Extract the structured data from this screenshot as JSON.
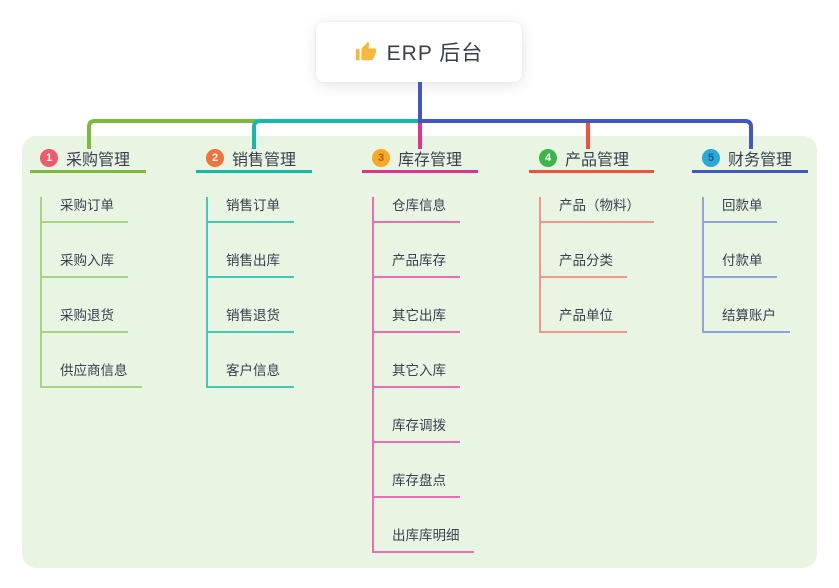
{
  "root": {
    "icon": "thumbs-up-icon",
    "title": "ERP 后台"
  },
  "colors": {
    "panel_bg": "#e7f5e2",
    "root_stem": "#4257c4",
    "branch1_line": "#7cb93f",
    "branch1_child_line": "#a6d47f",
    "branch1_badge_bg": "#ee5b6c",
    "branch2_line": "#17b9a6",
    "branch2_child_line": "#45c8b6",
    "branch2_badge_bg": "#f0733d",
    "branch3_line": "#e0338f",
    "branch3_child_line": "#ee6cb3",
    "branch3_badge_bg": "#f7a922",
    "branch4_line": "#f4503c",
    "branch4_child_line": "#f5958c",
    "branch4_badge_bg": "#3cb54a",
    "branch5_line": "#4257c4",
    "branch5_child_line": "#8ea3db",
    "bran5_badge_bg": "#2ba7d8"
  },
  "branches": [
    {
      "badge": "1",
      "title": "采购管理",
      "children": [
        "采购订单",
        "采购入库",
        "采购退货",
        "供应商信息"
      ]
    },
    {
      "badge": "2",
      "title": "销售管理",
      "children": [
        "销售订单",
        "销售出库",
        "销售退货",
        "客户信息"
      ]
    },
    {
      "badge": "3",
      "title": "库存管理",
      "children": [
        "仓库信息",
        "产品库存",
        "其它出库",
        "其它入库",
        "库存调拨",
        "库存盘点",
        "出库库明细"
      ]
    },
    {
      "badge": "4",
      "title": "产品管理",
      "children": [
        "产品（物料）",
        "产品分类",
        "产品单位"
      ]
    },
    {
      "badge": "5",
      "title": "财务管理",
      "children": [
        "回款单",
        "付款单",
        "结算账户"
      ]
    }
  ]
}
